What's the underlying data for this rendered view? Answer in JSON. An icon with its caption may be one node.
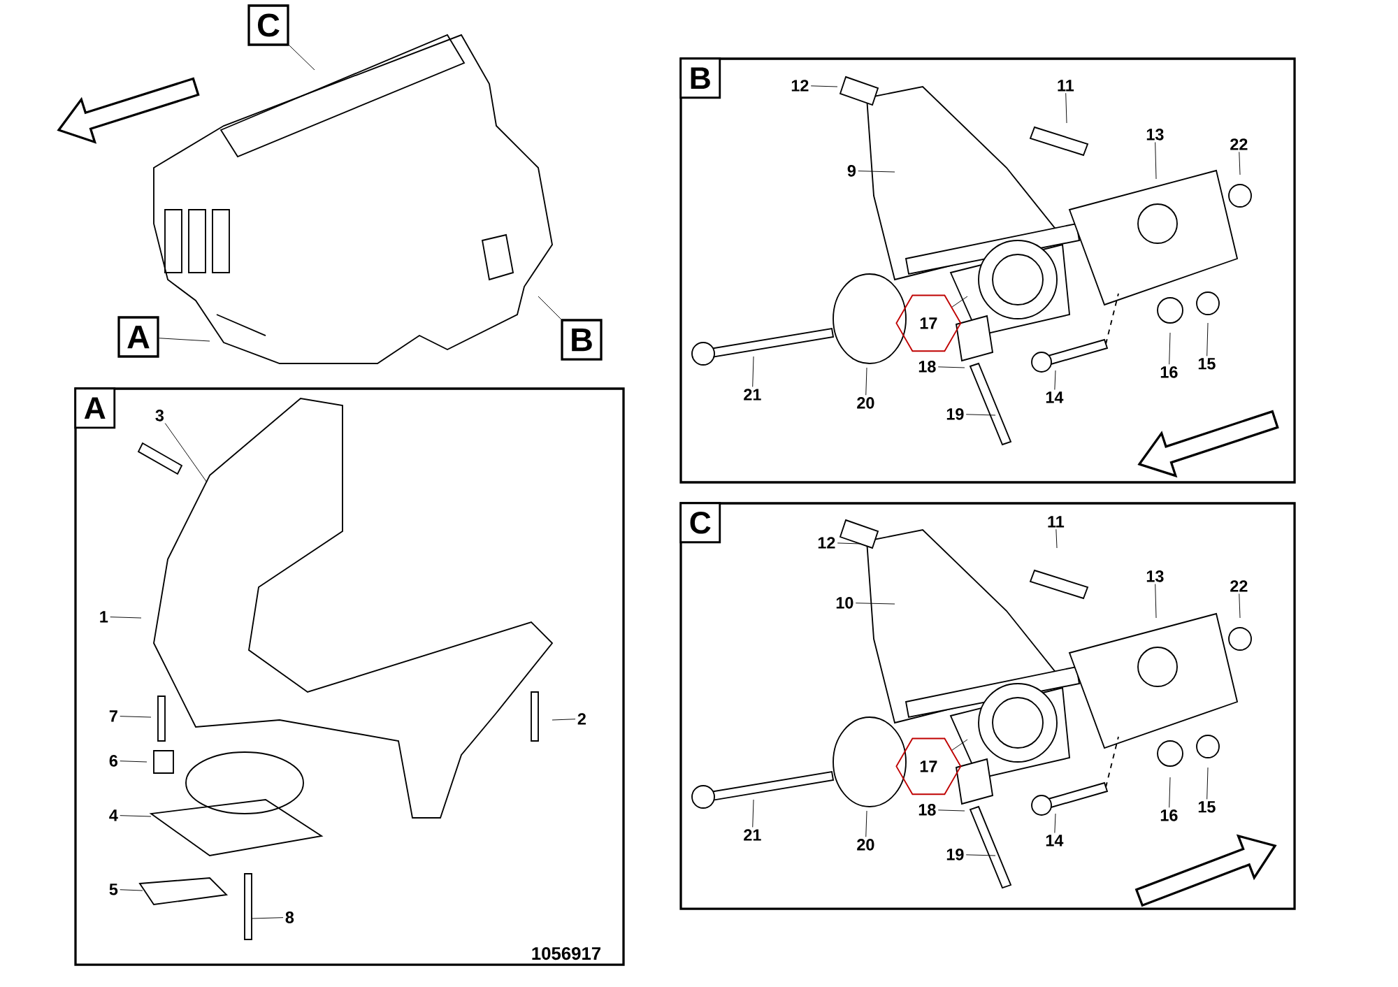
{
  "diagram": {
    "nodes": [
      {
        "text": [
          "C"
        ]
      },
      {
        "text": [
          "A"
        ]
      },
      {
        "text": [
          "B"
        ]
      },
      {
        "text": [],
        "shape": "box"
      },
      {
        "text": [
          "A"
        ],
        "in": 3
      },
      {
        "text": [
          "3"
        ],
        "in": 3
      },
      {
        "text": [
          "1"
        ],
        "in": 3
      },
      {
        "text": [
          "2"
        ],
        "in": 3
      },
      {
        "text": [
          "7"
        ],
        "in": 3
      },
      {
        "text": [
          "6"
        ],
        "in": 3
      },
      {
        "text": [
          "4"
        ],
        "in": 3
      },
      {
        "text": [
          "5"
        ],
        "in": 3
      },
      {
        "text": [
          "8"
        ],
        "in": 3
      },
      {
        "text": [],
        "shape": "box"
      },
      {
        "text": [
          "B"
        ],
        "in": 13
      },
      {
        "text": [
          "12"
        ],
        "in": 13
      },
      {
        "text": [
          "11"
        ],
        "in": 13
      },
      {
        "text": [
          "9"
        ],
        "in": 13
      },
      {
        "text": [
          "13"
        ],
        "in": 13
      },
      {
        "text": [
          "22"
        ],
        "in": 13
      },
      {
        "text": [
          "17"
        ],
        "in": 13
      },
      {
        "text": [
          "18"
        ],
        "in": 13
      },
      {
        "text": [
          "21"
        ],
        "in": 13
      },
      {
        "text": [
          "20"
        ],
        "in": 13
      },
      {
        "text": [
          "19"
        ],
        "in": 13
      },
      {
        "text": [
          "14"
        ],
        "in": 13
      },
      {
        "text": [
          "16"
        ],
        "in": 13
      },
      {
        "text": [
          "15"
        ],
        "in": 13
      },
      {
        "text": [],
        "shape": "box"
      },
      {
        "text": [
          "C"
        ],
        "in": 28
      },
      {
        "text": [
          "12"
        ],
        "in": 28
      },
      {
        "text": [
          "11"
        ],
        "in": 28
      },
      {
        "text": [
          "10"
        ],
        "in": 28
      },
      {
        "text": [
          "13"
        ],
        "in": 28
      },
      {
        "text": [
          "22"
        ],
        "in": 28
      },
      {
        "text": [
          "17"
        ],
        "in": 28
      },
      {
        "text": [
          "18"
        ],
        "in": 28
      },
      {
        "text": [
          "21"
        ],
        "in": 28
      },
      {
        "text": [
          "20"
        ],
        "in": 28
      },
      {
        "text": [
          "19"
        ],
        "in": 28
      },
      {
        "text": [
          "14"
        ],
        "in": 28
      },
      {
        "text": [
          "16"
        ],
        "in": 28
      },
      {
        "text": [
          "15"
        ],
        "in": 28
      }
    ],
    "edges": [
      {
        "from": 0,
        "to": null,
        "arrow": "none"
      },
      {
        "from": 1,
        "to": null,
        "arrow": "none"
      },
      {
        "from": 2,
        "to": null,
        "arrow": "none"
      },
      {
        "from": 5,
        "to": null,
        "arrow": "none"
      },
      {
        "from": 6,
        "to": null,
        "arrow": "none"
      },
      {
        "from": 7,
        "to": null,
        "arrow": "none"
      },
      {
        "from": 8,
        "to": null,
        "arrow": "none"
      },
      {
        "from": 9,
        "to": null,
        "arrow": "none"
      },
      {
        "from": 10,
        "to": null,
        "arrow": "none"
      },
      {
        "from": 11,
        "to": null,
        "arrow": "none"
      },
      {
        "from": 12,
        "to": null,
        "arrow": "none"
      },
      {
        "from": 15,
        "to": null,
        "arrow": "none"
      },
      {
        "from": 16,
        "to": null,
        "arrow": "none"
      },
      {
        "from": 17,
        "to": null,
        "arrow": "none"
      },
      {
        "from": 18,
        "to": null,
        "arrow": "none"
      },
      {
        "from": 19,
        "to": null,
        "arrow": "none"
      },
      {
        "from": 20,
        "to": null,
        "arrow": "none"
      },
      {
        "from": 21,
        "to": null,
        "arrow": "none"
      },
      {
        "from": 22,
        "to": null,
        "arrow": "none"
      },
      {
        "from": 23,
        "to": null,
        "arrow": "none"
      },
      {
        "from": 24,
        "to": null,
        "arrow": "none"
      },
      {
        "from": 25,
        "to": null,
        "arrow": "none"
      },
      {
        "from": 26,
        "to": null,
        "arrow": "none"
      },
      {
        "from": 27,
        "to": null,
        "arrow": "none"
      },
      {
        "from": 30,
        "to": null,
        "arrow": "none"
      },
      {
        "from": 31,
        "to": null,
        "arrow": "none"
      },
      {
        "from": 32,
        "to": null,
        "arrow": "none"
      },
      {
        "from": 33,
        "to": null,
        "arrow": "none"
      },
      {
        "from": 34,
        "to": null,
        "arrow": "none"
      },
      {
        "from": 35,
        "to": null,
        "arrow": "none"
      },
      {
        "from": 36,
        "to": null,
        "arrow": "none"
      },
      {
        "from": 37,
        "to": null,
        "arrow": "none"
      },
      {
        "from": 38,
        "to": null,
        "arrow": "none"
      },
      {
        "from": 39,
        "to": null,
        "arrow": "none"
      },
      {
        "from": 40,
        "to": null,
        "arrow": "none"
      },
      {
        "from": 41,
        "to": null,
        "arrow": "none"
      },
      {
        "from": 42,
        "to": null,
        "arrow": "none"
      }
    ],
    "labels": [
      "1056917"
    ]
  }
}
